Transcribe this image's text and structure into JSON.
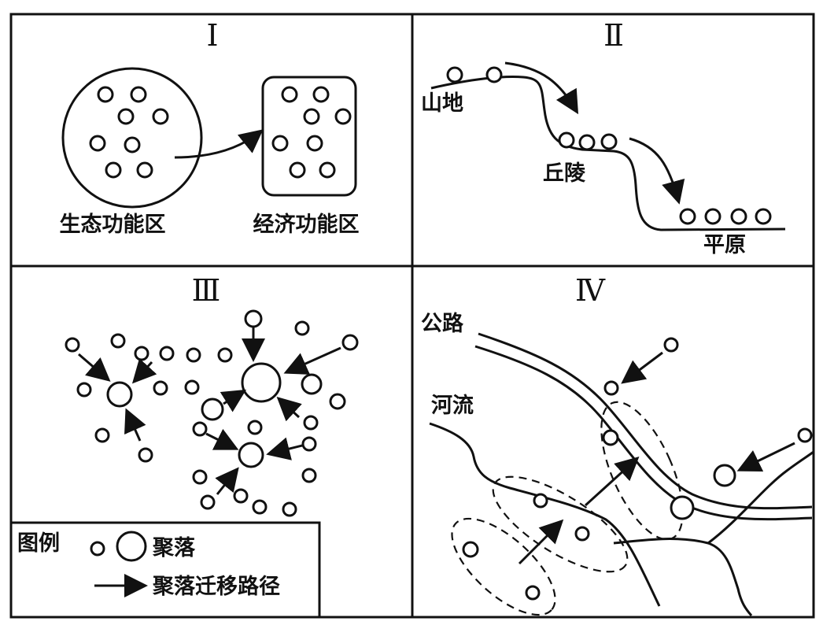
{
  "panels": {
    "p1": {
      "numeral": "Ⅰ",
      "left_label": "生态功能区",
      "right_label": "经济功能区"
    },
    "p2": {
      "numeral": "Ⅱ",
      "label_mountain": "山地",
      "label_hills": "丘陵",
      "label_plain": "平原"
    },
    "p3": {
      "numeral": "Ⅲ"
    },
    "p4": {
      "numeral": "Ⅳ",
      "label_road": "公路",
      "label_river": "河流"
    }
  },
  "legend": {
    "title": "图例",
    "settlement": "聚落",
    "migration": "聚落迁移路径"
  }
}
